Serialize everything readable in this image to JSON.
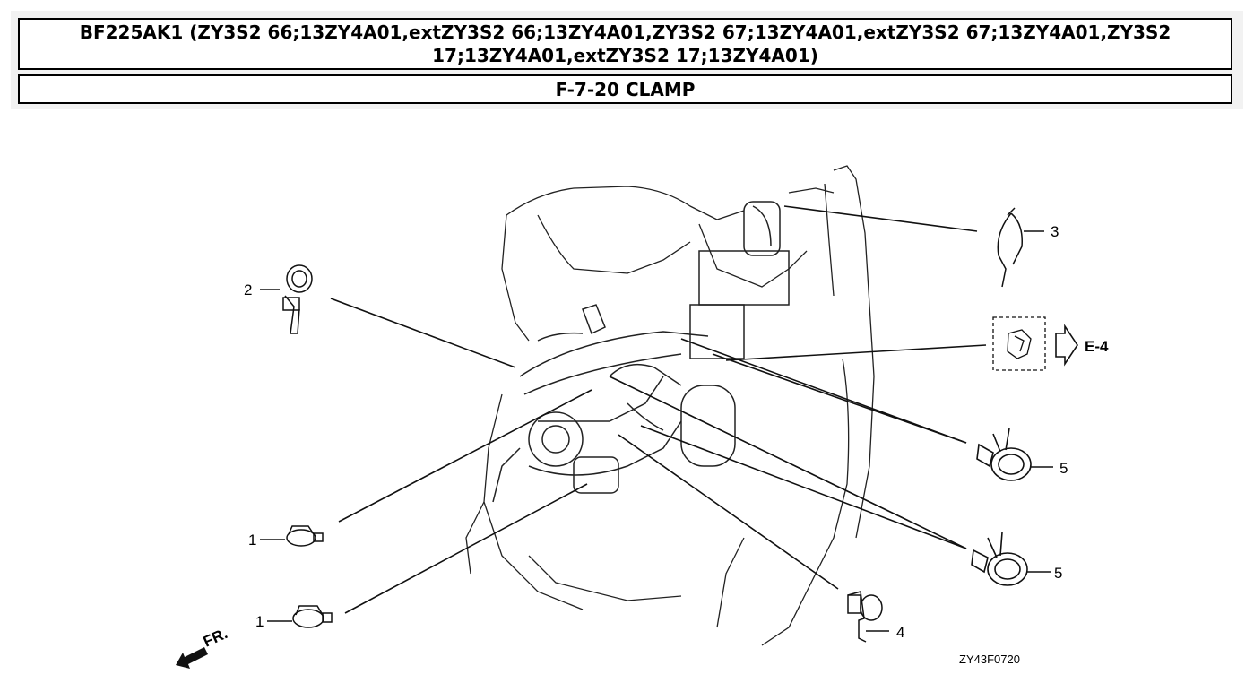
{
  "header": {
    "title": "BF225AK1 (ZY3S2 66;13ZY4A01,extZY3S2 66;13ZY4A01,ZY3S2 67;13ZY4A01,extZY3S2 67;13ZY4A01,ZY3S2 17;13ZY4A01,extZY3S2 17;13ZY4A01)",
    "subtitle": "F-7-20 CLAMP"
  },
  "diagram": {
    "callouts": {
      "c1a": "1",
      "c1b": "1",
      "c2": "2",
      "c3": "3",
      "c4": "4",
      "c5a": "5",
      "c5b": "5"
    },
    "reference": "E-4",
    "front_marker": "FR.",
    "drawing_code": "ZY43F0720"
  }
}
